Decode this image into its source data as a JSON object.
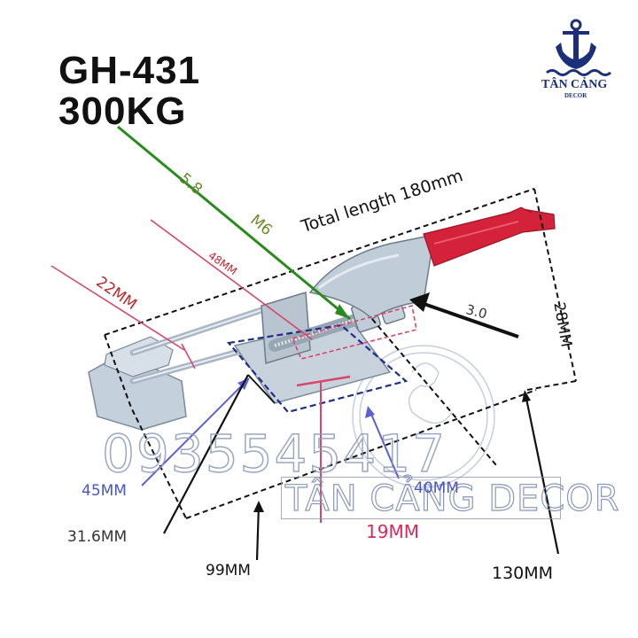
{
  "product": {
    "model": "GH-431",
    "capacity": "300KG"
  },
  "logo": {
    "icon": "anchor-icon",
    "name": "TÂN CẢNG",
    "sub": "DECOR",
    "color": "#1b2f7a"
  },
  "dimensions": {
    "total_length": "Total length 180mm",
    "bolt_grade": "5.8",
    "bolt_size": "M6",
    "d48": "48MM",
    "d22": "22MM",
    "thickness": "3.0",
    "d28": "28MM",
    "d45": "45MM",
    "d40": "40MM",
    "d19": "19MM",
    "d31_6": "31.6MM",
    "d99": "99MM",
    "d130": "130MM"
  },
  "watermark": {
    "phone": "0935545417",
    "brand": "TÂN CẢNG DECOR"
  },
  "colors": {
    "green": "#2a8a1e",
    "label_green": "#6a8a2a",
    "pink": "#d6476a",
    "red_text": "#c0282f",
    "blue": "#5a60d6",
    "navy_dash": "#1e2f8a",
    "handle_red": "#d3223a",
    "steel": "#b8c4d0"
  }
}
